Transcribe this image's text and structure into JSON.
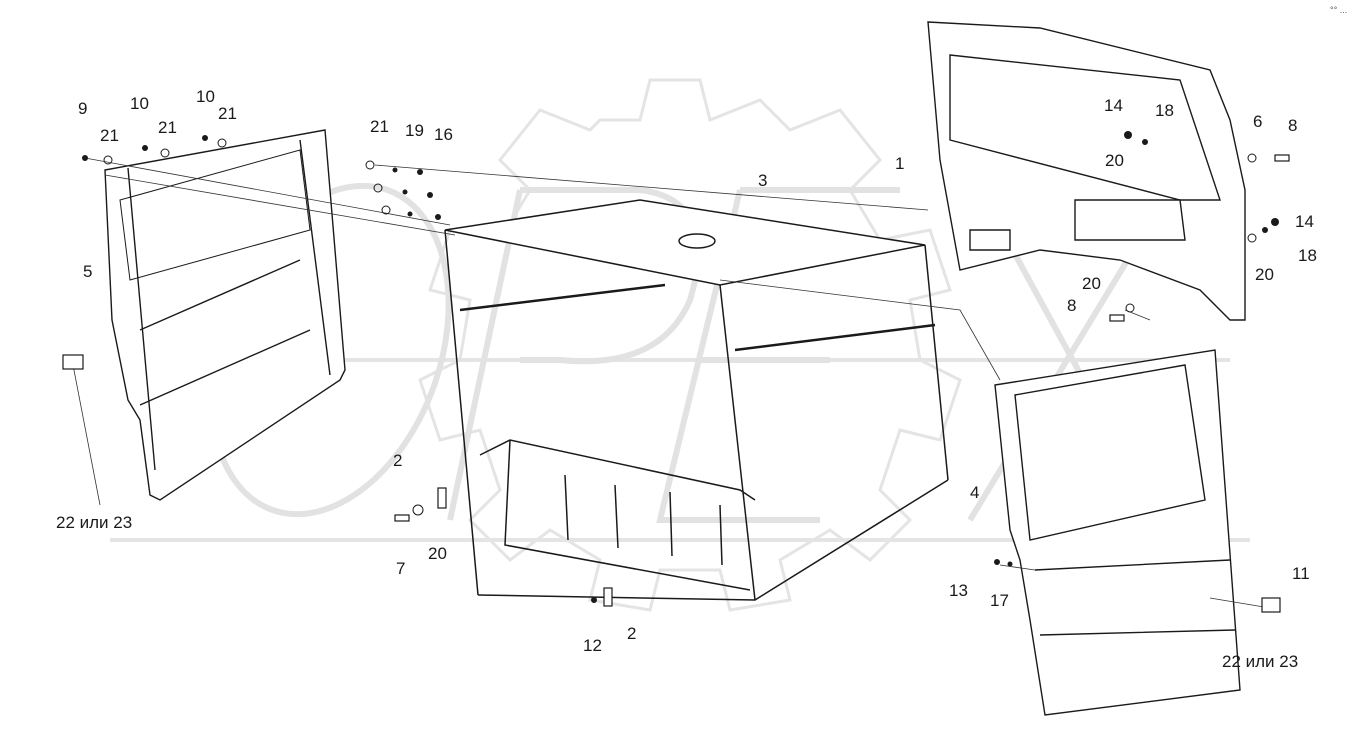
{
  "watermark": {
    "text": "OPEX",
    "color": "#e6e6e6"
  },
  "corner_mark": "°° ...",
  "callouts": {
    "c9": "9",
    "c10a": "10",
    "c10b": "10",
    "c21a": "21",
    "c21b": "21",
    "c21c": "21",
    "c21d": "21",
    "c19": "19",
    "c16": "16",
    "c3": "3",
    "c5": "5",
    "c1": "1",
    "c14a": "14",
    "c18a": "18",
    "c20a": "20",
    "c6": "6",
    "c8a": "8",
    "c14b": "14",
    "c18b": "18",
    "c20b": "20",
    "c20c": "20",
    "c8b": "8",
    "c2a": "2",
    "c7": "7",
    "c20d": "20",
    "c22a": "22 или 23",
    "c4": "4",
    "c13": "13",
    "c17": "17",
    "c11": "11",
    "c22b": "22 или 23",
    "c12": "12",
    "c2b": "2"
  }
}
